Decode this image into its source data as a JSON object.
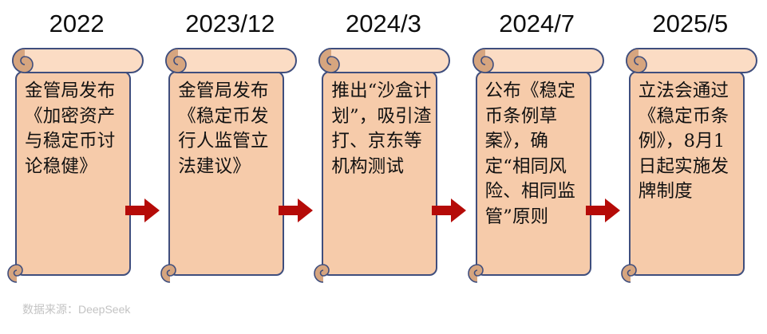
{
  "colors": {
    "scroll_fill": "#F6CBAA",
    "scroll_fill_light": "#FBDCC4",
    "scroll_border": "#3F4E7D",
    "curl_fill": "#D6A57F",
    "arrow": "#B50B08",
    "text": "#111111",
    "header_text": "#0D0D0D",
    "source_text": "#C3C3C3",
    "background": "#FFFFFF"
  },
  "timeline": {
    "steps": [
      {
        "date": "2022",
        "text": "金管局发布《加密资产与稳定币讨论稳健》"
      },
      {
        "date": "2023/12",
        "text": "金管局发布《稳定币发行人监管立法建议》"
      },
      {
        "date": "2024/3",
        "text": "推出“沙盒计划”，吸引渣打、京东等机构测试"
      },
      {
        "date": "2024/7",
        "text": "公布《稳定币条例草案》，确定“相同风险、相同监管”原则"
      },
      {
        "date": "2025/5",
        "text": "立法会通过《稳定币条例》，8月1日起实施发牌制度"
      }
    ],
    "arrow_count": 4,
    "arrow_icon": "right-arrow-icon"
  },
  "footer": {
    "source_label": "数据来源：DeepSeek"
  }
}
